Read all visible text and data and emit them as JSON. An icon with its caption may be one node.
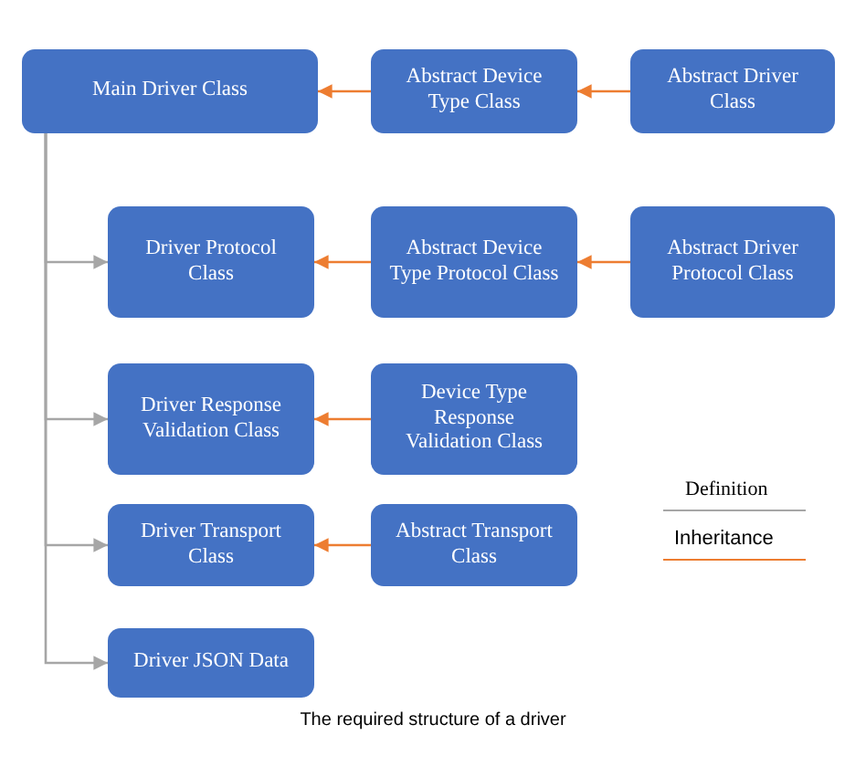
{
  "diagram": {
    "caption": "The required structure of a driver",
    "nodes": [
      {
        "text": [
          "Main Driver Class"
        ]
      },
      {
        "text": [
          "Abstract Device Type Class"
        ]
      },
      {
        "text": [
          "Abstract Driver Class"
        ]
      },
      {
        "text": [
          "Driver Protocol Class"
        ]
      },
      {
        "text": [
          "Abstract Device Type Protocol Class"
        ]
      },
      {
        "text": [
          "Abstract Driver Protocol Class"
        ]
      },
      {
        "text": [
          "Driver Response Validation Class"
        ]
      },
      {
        "text": [
          "Device Type Response Validation Class"
        ]
      },
      {
        "text": [
          "Driver Transport Class"
        ]
      },
      {
        "text": [
          "Abstract Transport Class"
        ]
      },
      {
        "text": [
          "Driver JSON Data"
        ]
      }
    ],
    "edges": [
      {
        "from": 1,
        "to": 0,
        "arrow": "to"
      },
      {
        "from": 2,
        "to": 1,
        "arrow": "to"
      },
      {
        "from": 0,
        "to": 3,
        "arrow": "to",
        "color": "#a6a6a6"
      },
      {
        "from": 4,
        "to": 3,
        "arrow": "to"
      },
      {
        "from": 5,
        "to": 4,
        "arrow": "to"
      },
      {
        "from": 0,
        "to": 6,
        "arrow": "to",
        "color": "#a6a6a6"
      },
      {
        "from": 7,
        "to": 6,
        "arrow": "to"
      },
      {
        "from": 0,
        "to": 8,
        "arrow": "to",
        "color": "#a6a6a6"
      },
      {
        "from": 9,
        "to": 8,
        "arrow": "to"
      },
      {
        "from": 0,
        "to": 10,
        "arrow": "to",
        "color": "#a6a6a6"
      }
    ],
    "legend": [
      {
        "text": "Definition"
      },
      {
        "text": "Inheritance"
      }
    ]
  }
}
